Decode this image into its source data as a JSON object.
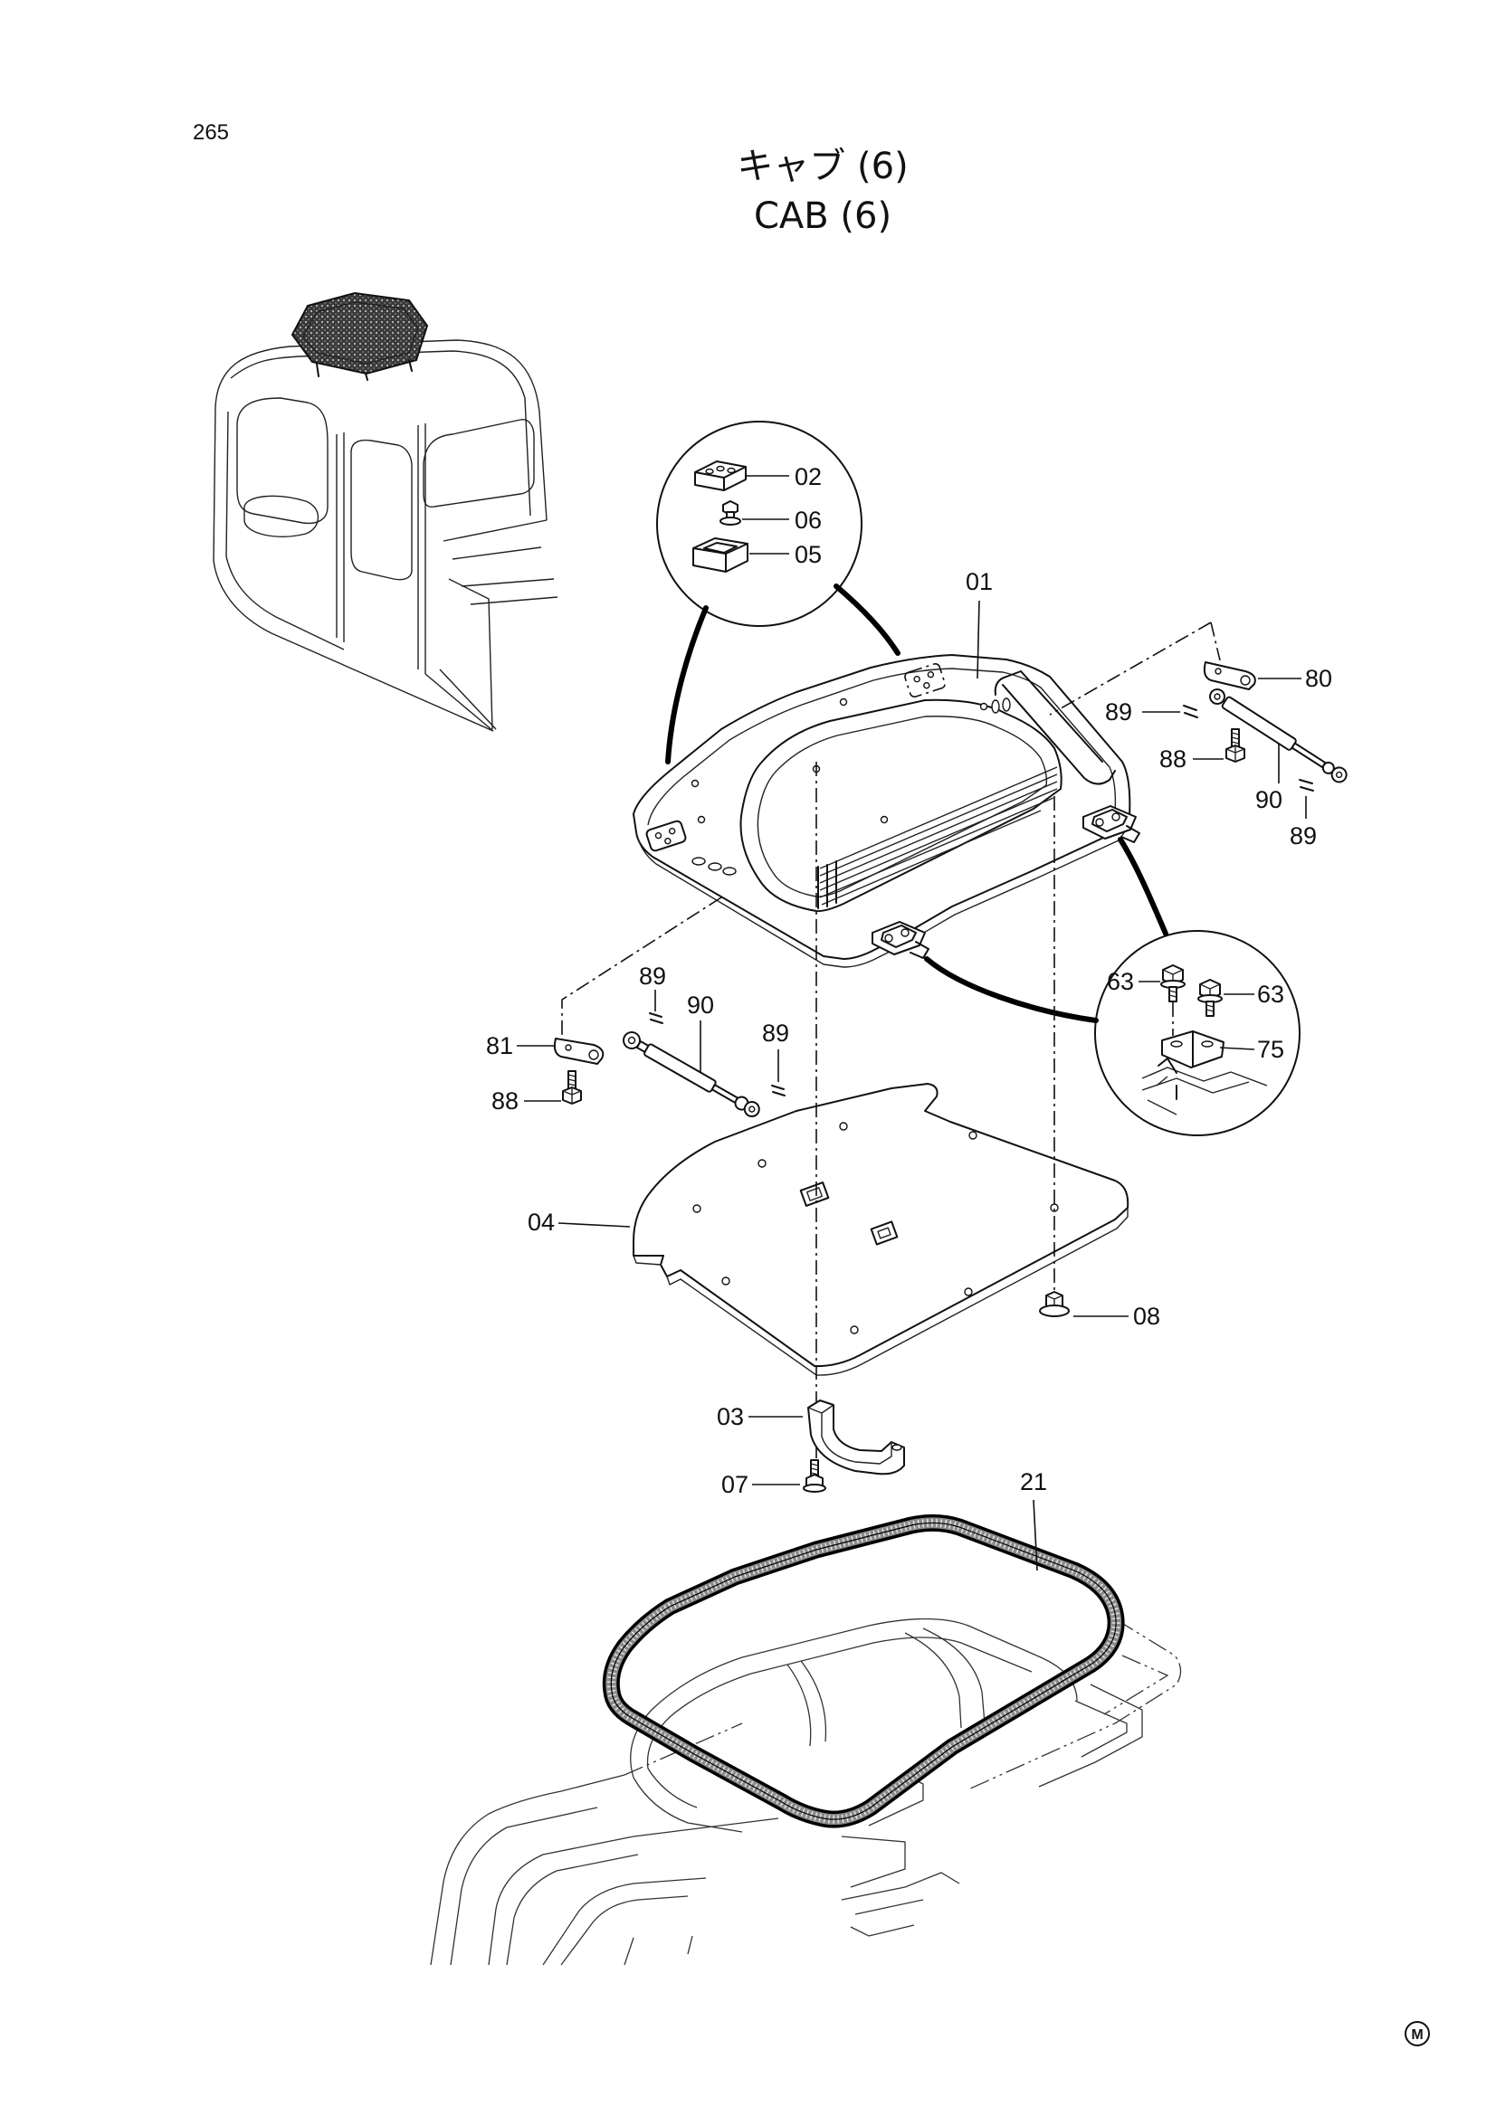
{
  "page_number": "265",
  "title_jp": "キャブ (6)",
  "title_en": "CAB (6)",
  "labels": {
    "p02": "02",
    "p06": "06",
    "p05": "05",
    "p01": "01",
    "p80": "80",
    "p89a": "89",
    "p88a": "88",
    "p90a": "90",
    "p89b": "89",
    "p89c": "89",
    "p90b": "90",
    "p81": "81",
    "p89d": "89",
    "p88b": "88",
    "p63a": "63",
    "p63b": "63",
    "p75": "75",
    "p04": "04",
    "p08": "08",
    "p03": "03",
    "p07": "07",
    "p21": "21"
  },
  "mark": "M"
}
